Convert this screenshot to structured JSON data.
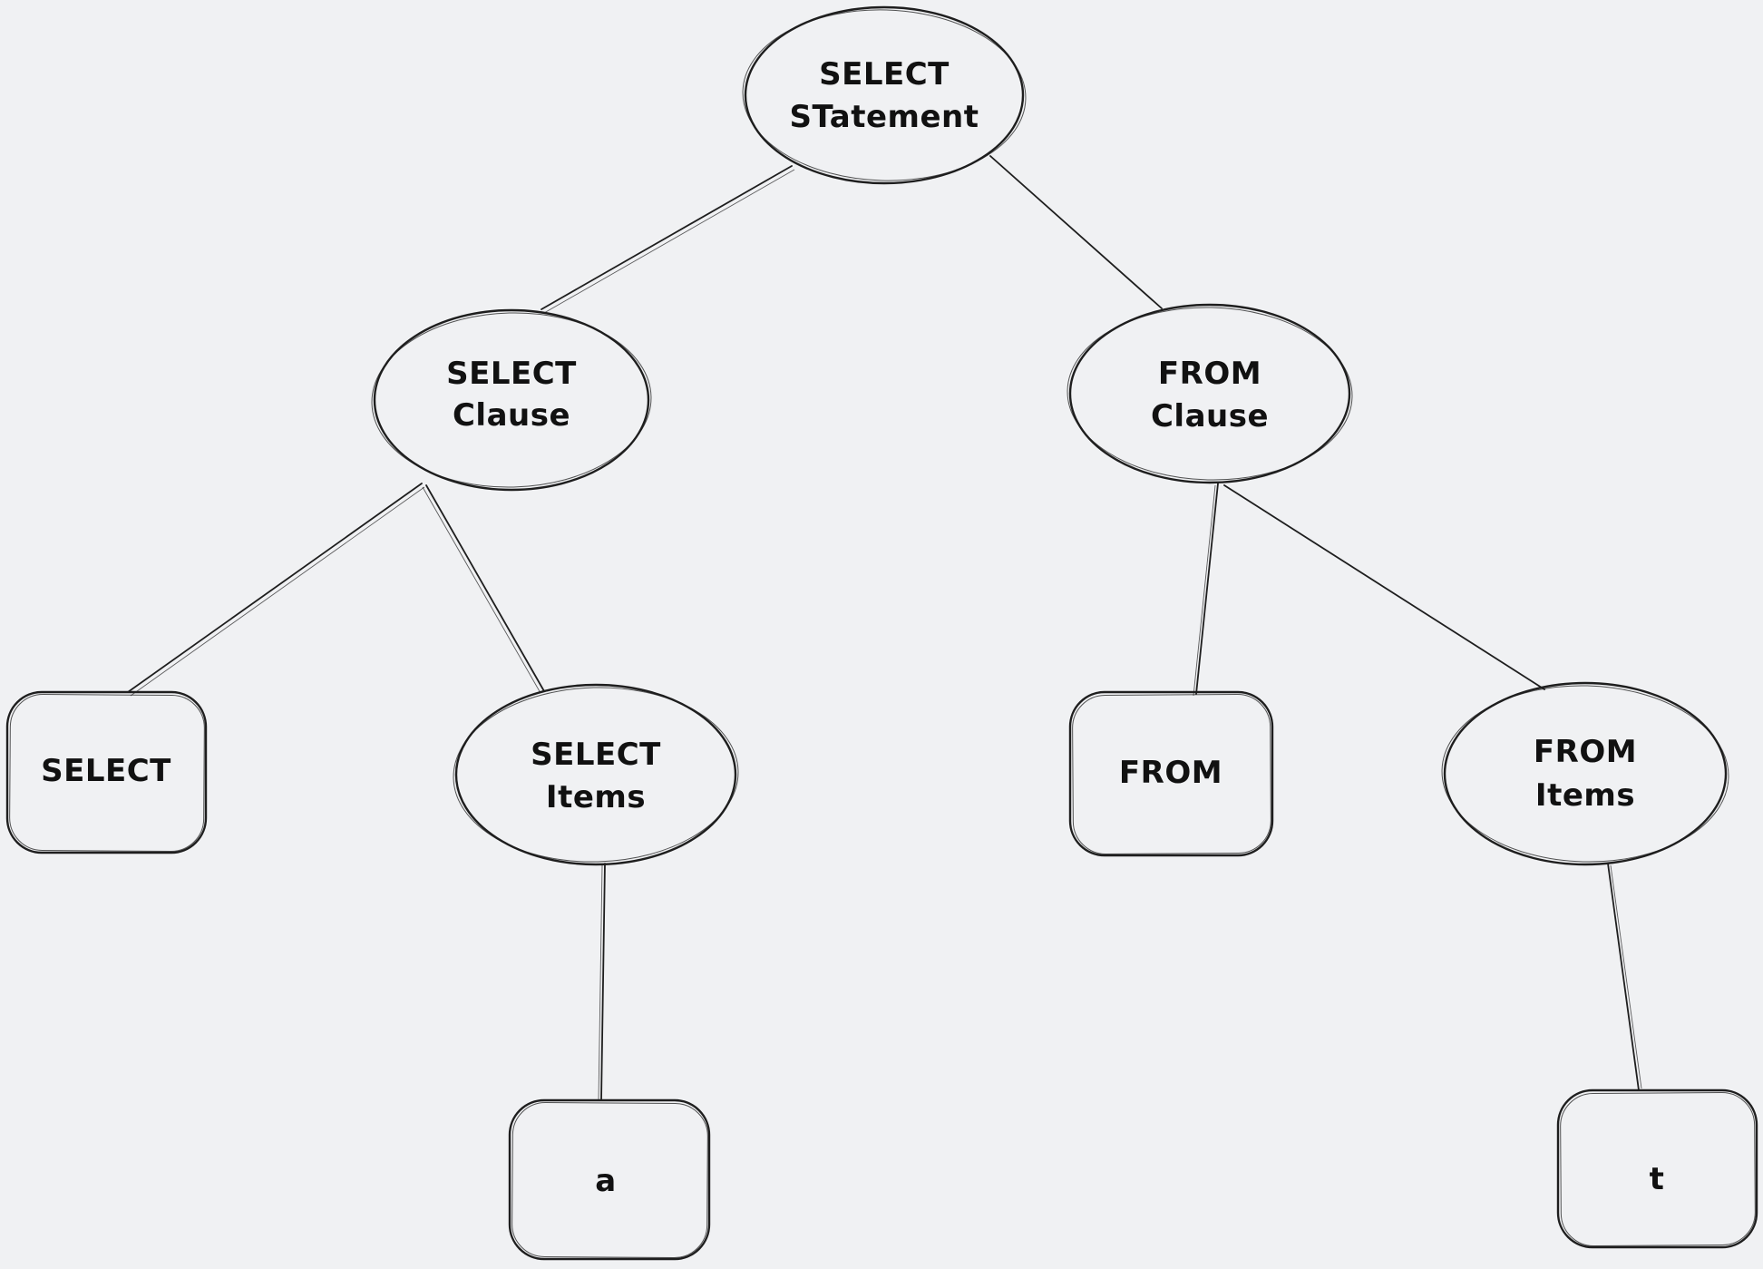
{
  "diagram": {
    "title": "SQL SELECT statement parse tree",
    "style": "hand-drawn whiteboard sketch",
    "colors": {
      "background": "#f0f1f3",
      "stroke": "#1e1e1e",
      "text": "#111111"
    },
    "nodes": {
      "select_statement": {
        "label": "SELECT STatement",
        "lines": [
          "SELECT",
          "STatement"
        ],
        "shape": "ellipse"
      },
      "select_clause": {
        "label": "SELECT Clause",
        "lines": [
          "SELECT",
          "Clause"
        ],
        "shape": "ellipse"
      },
      "from_clause": {
        "label": "FROM Clause",
        "lines": [
          "FROM",
          "Clause"
        ],
        "shape": "ellipse"
      },
      "select_keyword": {
        "label": "SELECT",
        "lines": [
          "SELECT"
        ],
        "shape": "rectangle"
      },
      "select_items": {
        "label": "SELECT Items",
        "lines": [
          "SELECT",
          "Items"
        ],
        "shape": "ellipse"
      },
      "from_keyword": {
        "label": "FROM",
        "lines": [
          "FROM"
        ],
        "shape": "rectangle"
      },
      "from_items": {
        "label": "FROM Items",
        "lines": [
          "FROM",
          "Items"
        ],
        "shape": "ellipse"
      },
      "item_a": {
        "label": "a",
        "lines": [
          "a"
        ],
        "shape": "rectangle"
      },
      "table_t": {
        "label": "t",
        "lines": [
          "t"
        ],
        "shape": "rectangle"
      }
    },
    "edges": [
      {
        "from": "select_statement",
        "to": "select_clause"
      },
      {
        "from": "select_statement",
        "to": "from_clause"
      },
      {
        "from": "select_clause",
        "to": "select_keyword"
      },
      {
        "from": "select_clause",
        "to": "select_items"
      },
      {
        "from": "from_clause",
        "to": "from_keyword"
      },
      {
        "from": "from_clause",
        "to": "from_items"
      },
      {
        "from": "select_items",
        "to": "item_a"
      },
      {
        "from": "from_items",
        "to": "table_t"
      }
    ]
  }
}
